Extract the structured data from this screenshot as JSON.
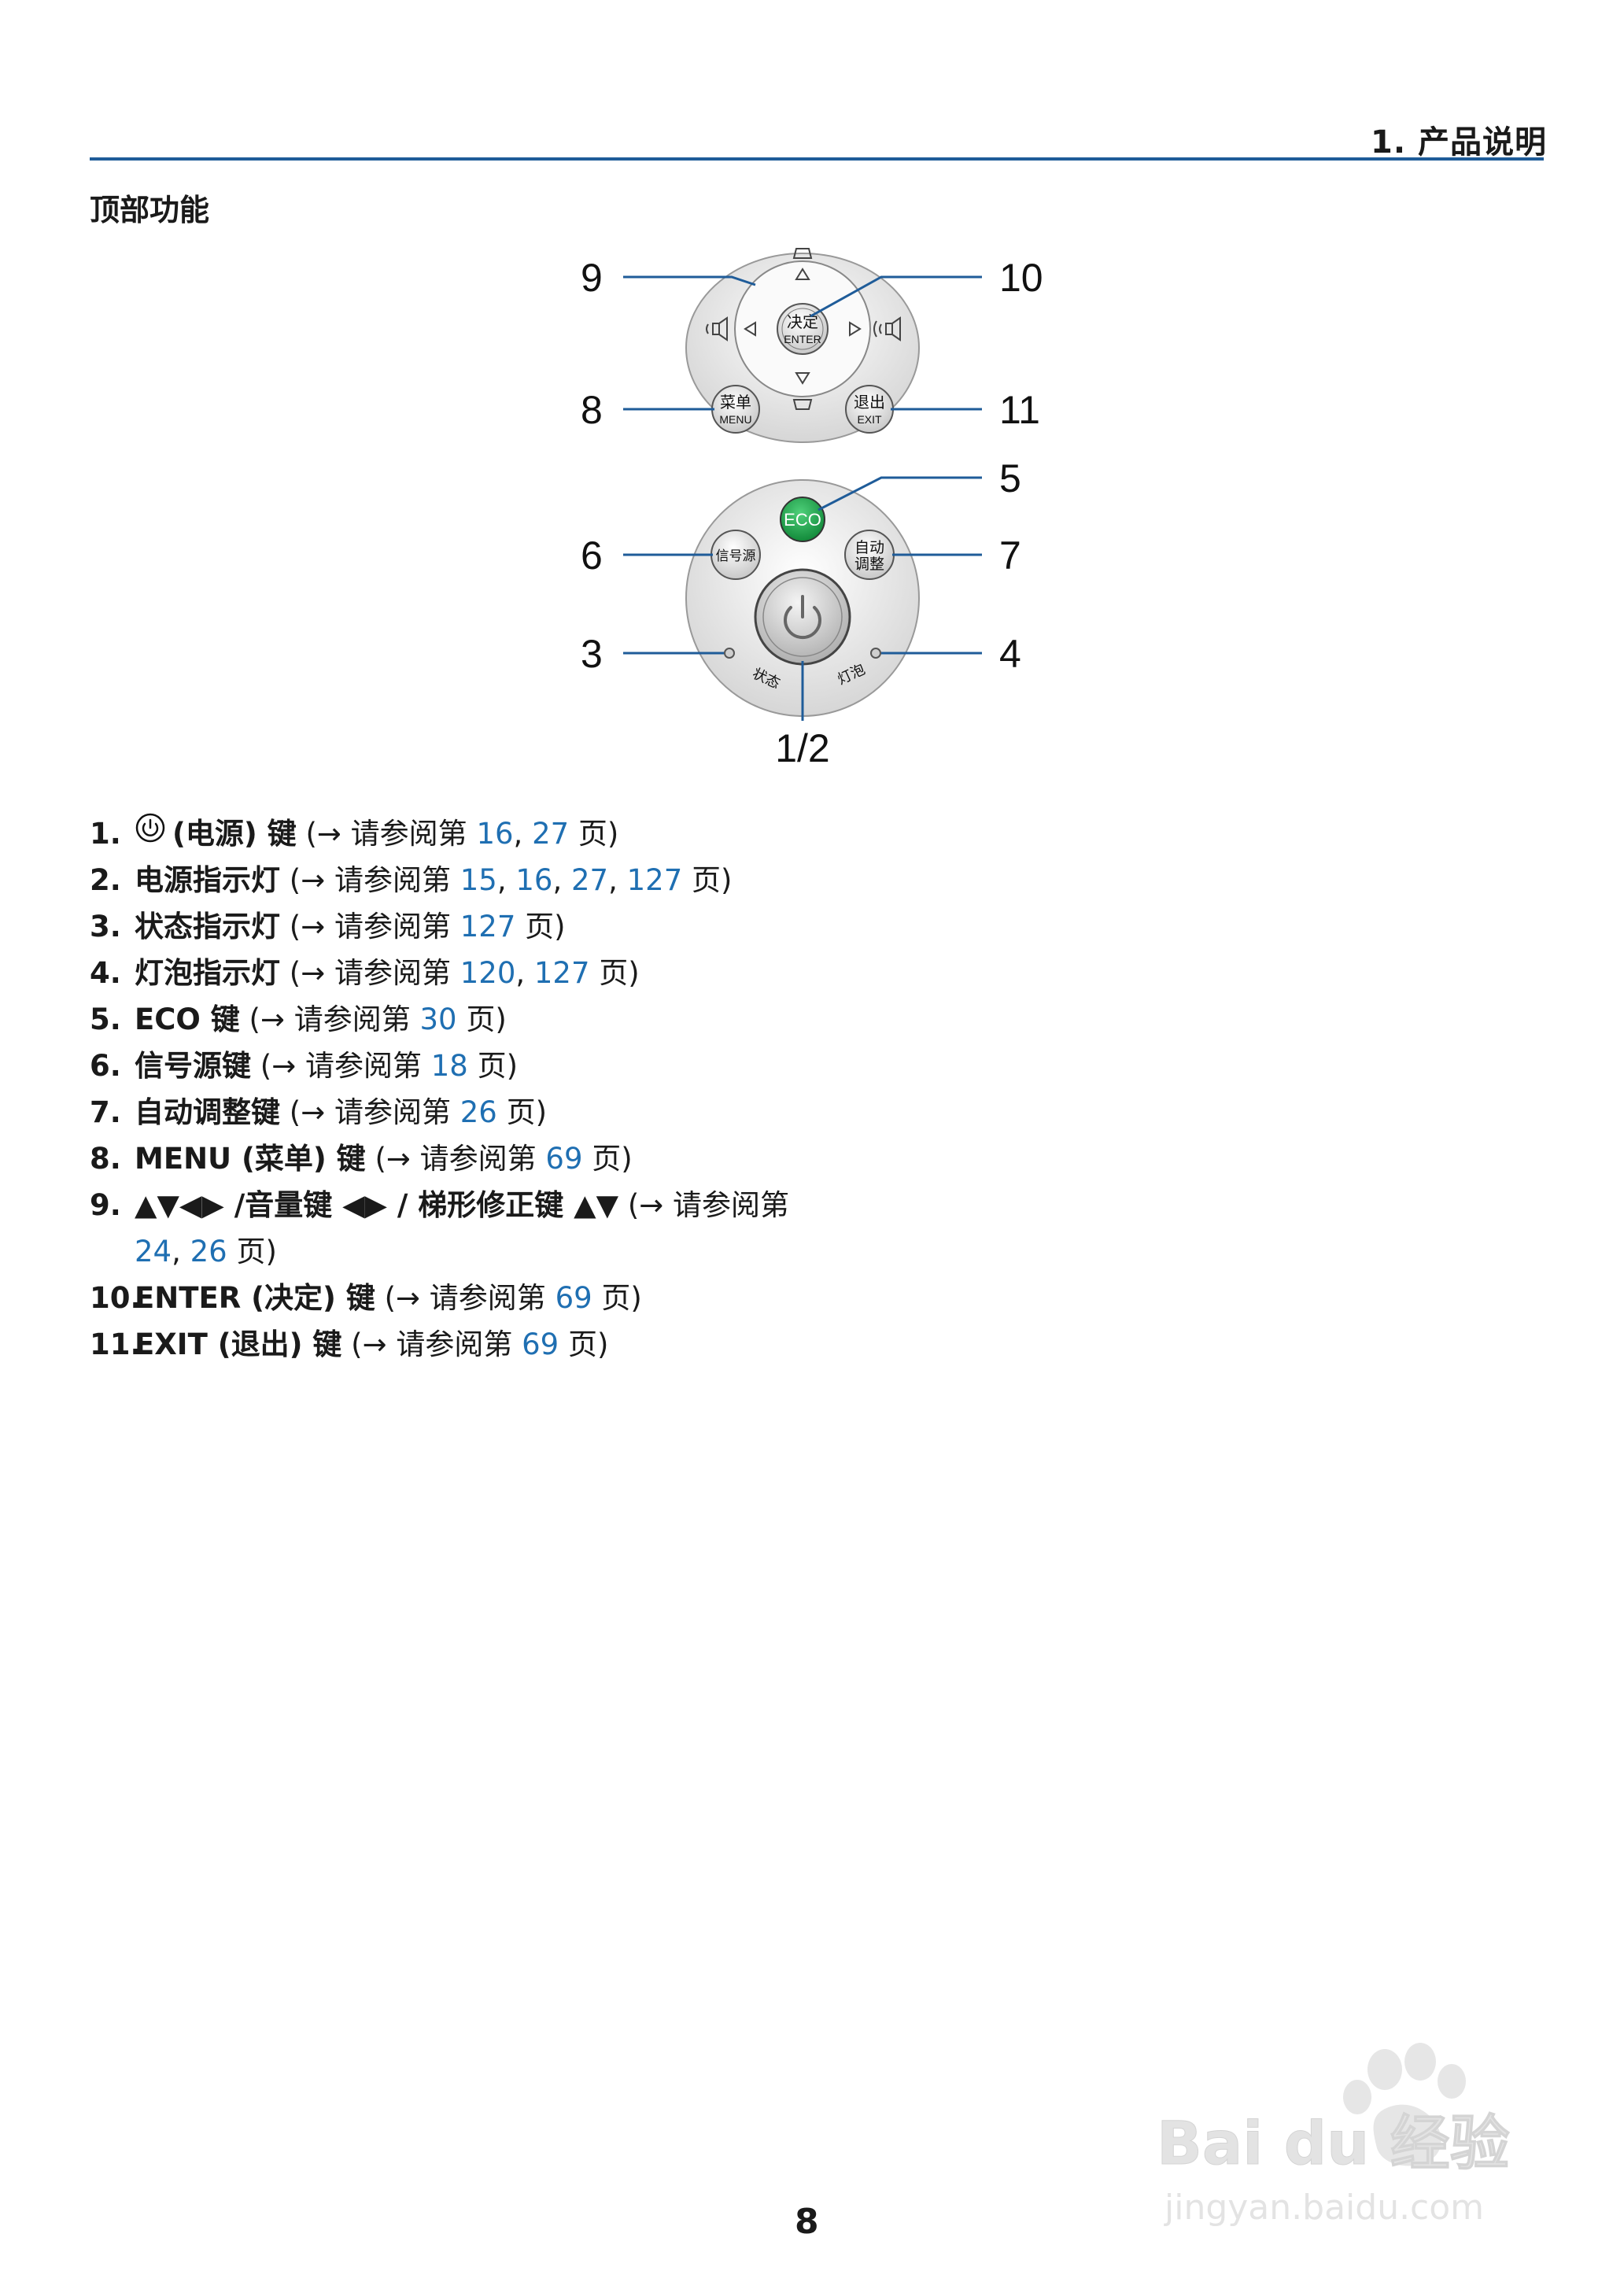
{
  "header": {
    "title": "1. 产品说明"
  },
  "section": {
    "title": "顶部功能"
  },
  "diagram": {
    "callouts": {
      "c9": "9",
      "c10": "10",
      "c8": "8",
      "c11": "11",
      "c5": "5",
      "c6": "6",
      "c7": "7",
      "c3": "3",
      "c4": "4",
      "c12": "1/2"
    },
    "buttons": {
      "enter_cn": "决定",
      "enter_en": "ENTER",
      "menu_cn": "菜单",
      "menu_en": "MENU",
      "exit_cn": "退出",
      "exit_en": "EXIT",
      "eco": "ECO",
      "source": "信号源",
      "auto_line1": "自动",
      "auto_line2": "调整",
      "status_label": "状态",
      "lamp_label": "灯泡"
    }
  },
  "items": [
    {
      "num": "1.",
      "title": "(电源) 键",
      "ref": "(→ 请参阅第",
      "links": [
        "16",
        "27"
      ],
      "tail": "页)"
    },
    {
      "num": "2.",
      "title": "电源指示灯",
      "ref": "(→ 请参阅第",
      "links": [
        "15",
        "16",
        "27",
        "127"
      ],
      "tail": "页)"
    },
    {
      "num": "3.",
      "title": "状态指示灯",
      "ref": "(→ 请参阅第",
      "links": [
        "127"
      ],
      "tail": "页)"
    },
    {
      "num": "4.",
      "title": "灯泡指示灯",
      "ref": "(→ 请参阅第",
      "links": [
        "120",
        "127"
      ],
      "tail": "页)"
    },
    {
      "num": "5.",
      "title": "ECO 键",
      "ref": "(→ 请参阅第",
      "links": [
        "30"
      ],
      "tail": "页)"
    },
    {
      "num": "6.",
      "title": "信号源键",
      "ref": "(→ 请参阅第",
      "links": [
        "18"
      ],
      "tail": "页)"
    },
    {
      "num": "7.",
      "title": "自动调整键",
      "ref": "(→ 请参阅第",
      "links": [
        "26"
      ],
      "tail": "页)"
    },
    {
      "num": "8.",
      "title": "MENU (菜单) 键",
      "ref": "(→ 请参阅第",
      "links": [
        "69"
      ],
      "tail": "页)"
    },
    {
      "num": "9.",
      "title": "▲▼◀▶ /音量键 ◀▶ / 梯形修正键 ▲▼",
      "ref": "(→ 请参阅第",
      "links": [
        "24",
        "26"
      ],
      "tail": "页)"
    },
    {
      "num": "10.",
      "title": "ENTER (决定) 键",
      "ref": "(→ 请参阅第",
      "links": [
        "69"
      ],
      "tail": "页)"
    },
    {
      "num": "11.",
      "title": "EXIT (退出) 键",
      "ref": "(→ 请参阅第",
      "links": [
        "69"
      ],
      "tail": "页)"
    }
  ],
  "page_number": "8",
  "watermark": {
    "brand": "Bai du 经验",
    "url": "jingyan.baidu.com"
  },
  "colors": {
    "rule": "#1f5c99",
    "link": "#1f6fb2",
    "eco_green": "#1ea84a"
  }
}
